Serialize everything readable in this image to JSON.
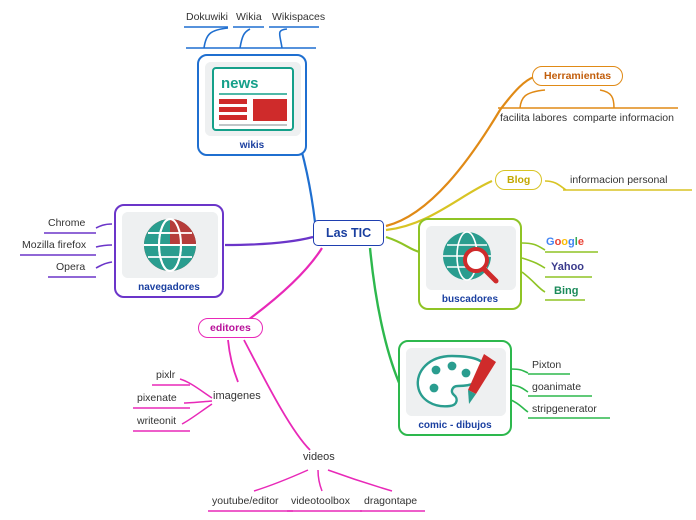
{
  "diagram": {
    "type": "mindmap",
    "central": {
      "label": "Las TIC",
      "color": "#1a3fa0"
    },
    "branches": [
      {
        "id": "wikis",
        "label": "wikis",
        "color": "#1f6fd0",
        "children": [
          {
            "label": "Dokuwiki"
          },
          {
            "label": "Wikia"
          },
          {
            "label": "Wikispaces"
          }
        ],
        "thumb": {
          "title": "news"
        }
      },
      {
        "id": "herramientas",
        "label": "Herramientas",
        "color": "#e08a16",
        "children": [
          {
            "label": "facilita labores"
          },
          {
            "label": "comparte informacion"
          }
        ]
      },
      {
        "id": "blog",
        "label": "Blog",
        "color": "#d8c424",
        "children": [
          {
            "label": "informacion personal"
          }
        ]
      },
      {
        "id": "buscadores",
        "label": "buscadores",
        "color": "#8fc425",
        "children": [
          {
            "label": "Google"
          },
          {
            "label": "Yahoo"
          },
          {
            "label": "Bing"
          }
        ]
      },
      {
        "id": "comic",
        "label": "comic - dibujos",
        "color": "#2db84d",
        "children": [
          {
            "label": "Pixton"
          },
          {
            "label": "goanimate"
          },
          {
            "label": "stripgenerator"
          }
        ]
      },
      {
        "id": "navegadores",
        "label": "navegadores",
        "color": "#6b35c9",
        "children": [
          {
            "label": "Chrome"
          },
          {
            "label": "Mozilla firefox"
          },
          {
            "label": "Opera"
          }
        ]
      },
      {
        "id": "editores",
        "label": "editores",
        "color": "#e829b8",
        "children": [
          {
            "label": "imagenes",
            "children": [
              {
                "label": "pixlr"
              },
              {
                "label": "pixenate"
              },
              {
                "label": "writeonit"
              }
            ]
          },
          {
            "label": "videos",
            "children": [
              {
                "label": "youtube/editor"
              },
              {
                "label": "videotoolbox"
              },
              {
                "label": "dragontape"
              }
            ]
          }
        ]
      }
    ],
    "brand_colors": {
      "google_g_blue": "#4285f4",
      "google_o_red": "#ea4335",
      "google_o_yellow": "#fbbc05",
      "google_g_blue2": "#4285f4",
      "google_l_green": "#34a853",
      "google_e_red": "#ea4335",
      "yahoo": "#3a3a8c",
      "bing": "#1a8a5a"
    }
  }
}
